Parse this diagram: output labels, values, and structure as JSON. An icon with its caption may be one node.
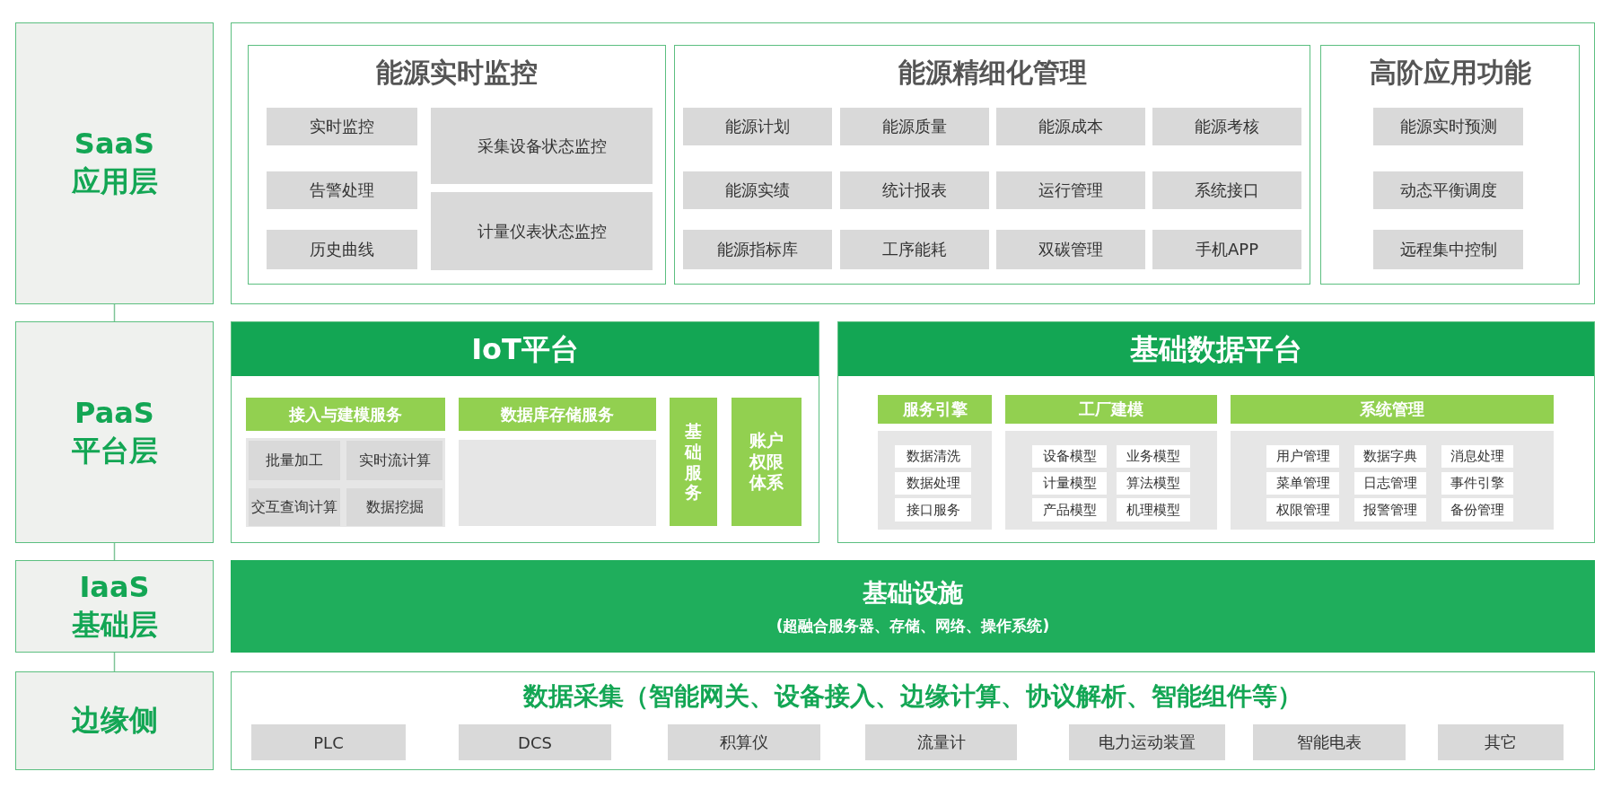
{
  "diagram": {
    "nodes": [
      {
        "text": [
          "SaaS 应用层"
        ]
      },
      {
        "text": [],
        "shape": "box"
      },
      {
        "text": [
          "能源实时监控"
        ],
        "in": 1
      },
      {
        "text": [
          "实时监控"
        ],
        "in": 2
      },
      {
        "text": [
          "告警处理"
        ],
        "in": 2
      },
      {
        "text": [
          "历史曲线"
        ],
        "in": 2
      },
      {
        "text": [
          "采集设备状态监控"
        ],
        "in": 2
      },
      {
        "text": [
          "计量仪表状态监控"
        ],
        "in": 2
      },
      {
        "text": [
          "能源精细化管理"
        ],
        "in": 1
      },
      {
        "text": [
          "能源计划"
        ],
        "in": 8
      },
      {
        "text": [
          "能源质量"
        ],
        "in": 8
      },
      {
        "text": [
          "能源成本"
        ],
        "in": 8
      },
      {
        "text": [
          "能源考核"
        ],
        "in": 8
      },
      {
        "text": [
          "能源实绩"
        ],
        "in": 8
      },
      {
        "text": [
          "统计报表"
        ],
        "in": 8
      },
      {
        "text": [
          "运行管理"
        ],
        "in": 8
      },
      {
        "text": [
          "系统接口"
        ],
        "in": 8
      },
      {
        "text": [
          "能源指标库"
        ],
        "in": 8
      },
      {
        "text": [
          "工序能耗"
        ],
        "in": 8
      },
      {
        "text": [
          "双碳管理"
        ],
        "in": 8
      },
      {
        "text": [
          "手机APP"
        ],
        "in": 8
      },
      {
        "text": [
          "高阶应用功能"
        ],
        "in": 1
      },
      {
        "text": [
          "能源实时预测"
        ],
        "in": 21
      },
      {
        "text": [
          "动态平衡调度"
        ],
        "in": 21
      },
      {
        "text": [
          "远程集中控制"
        ],
        "in": 21
      },
      {
        "text": [
          "PaaS 平台层"
        ]
      },
      {
        "text": [
          "IoT平台"
        ]
      },
      {
        "text": [
          "接入与建模服务"
        ],
        "in": 26
      },
      {
        "text": [],
        "shape": "box",
        "in": 26
      },
      {
        "text": [
          "批量加工"
        ],
        "in": 28
      },
      {
        "text": [
          "实时流计算"
        ],
        "in": 28
      },
      {
        "text": [
          "交互查询计算"
        ],
        "in": 28
      },
      {
        "text": [
          "数据挖掘"
        ],
        "in": 28
      },
      {
        "text": [
          "数据库存储服务"
        ],
        "in": 26
      },
      {
        "text": [],
        "shape": "box",
        "in": 26
      },
      {
        "text": [
          "基础服务"
        ],
        "in": 26
      },
      {
        "text": [
          "账户权限体系"
        ],
        "in": 26
      },
      {
        "text": [
          "基础数据平台"
        ]
      },
      {
        "text": [
          "服务引擎"
        ],
        "in": 37
      },
      {
        "text": [],
        "shape": "box",
        "in": 37
      },
      {
        "text": [
          "数据清洗"
        ],
        "in": 39
      },
      {
        "text": [
          "数据处理"
        ],
        "in": 39
      },
      {
        "text": [
          "接口服务"
        ],
        "in": 39
      },
      {
        "text": [
          "工厂建模"
        ],
        "in": 37
      },
      {
        "text": [],
        "shape": "box",
        "in": 37
      },
      {
        "text": [
          "设备模型"
        ],
        "in": 44
      },
      {
        "text": [
          "业务模型"
        ],
        "in": 44
      },
      {
        "text": [
          "计量模型"
        ],
        "in": 44
      },
      {
        "text": [
          "算法模型"
        ],
        "in": 44
      },
      {
        "text": [
          "产品模型"
        ],
        "in": 44
      },
      {
        "text": [
          "机理模型"
        ],
        "in": 44
      },
      {
        "text": [
          "系统管理"
        ],
        "in": 37
      },
      {
        "text": [],
        "shape": "box",
        "in": 37
      },
      {
        "text": [
          "用户管理"
        ],
        "in": 52
      },
      {
        "text": [
          "数据字典"
        ],
        "in": 52
      },
      {
        "text": [
          "消息处理"
        ],
        "in": 52
      },
      {
        "text": [
          "菜单管理"
        ],
        "in": 52
      },
      {
        "text": [
          "日志管理"
        ],
        "in": 52
      },
      {
        "text": [
          "事件引擎"
        ],
        "in": 52
      },
      {
        "text": [
          "权限管理"
        ],
        "in": 52
      },
      {
        "text": [
          "报警管理"
        ],
        "in": 52
      },
      {
        "text": [
          "备份管理"
        ],
        "in": 52
      },
      {
        "text": [
          "IaaS 基础层"
        ]
      },
      {
        "text": [
          "基础设施",
          "(超融合服务器、存储、网络、操作系统)"
        ]
      },
      {
        "text": [
          "边缘侧"
        ]
      },
      {
        "text": [
          "数据采集（智能网关、设备接入、边缘计算、协议解析、智能组件等）"
        ]
      },
      {
        "text": [
          "PLC"
        ],
        "in": 65
      },
      {
        "text": [
          "DCS"
        ],
        "in": 65
      },
      {
        "text": [
          "积算仪"
        ],
        "in": 65
      },
      {
        "text": [
          "流量计"
        ],
        "in": 65
      },
      {
        "text": [
          "电力运动装置"
        ],
        "in": 65
      },
      {
        "text": [
          "智能电表"
        ],
        "in": 65
      },
      {
        "text": [
          "其它"
        ],
        "in": 65
      }
    ],
    "edges": [
      {
        "from": 0,
        "to": 25,
        "arrow": "none"
      },
      {
        "from": 25,
        "to": 62,
        "arrow": "none"
      },
      {
        "from": 62,
        "to": 64,
        "arrow": "none"
      }
    ]
  }
}
